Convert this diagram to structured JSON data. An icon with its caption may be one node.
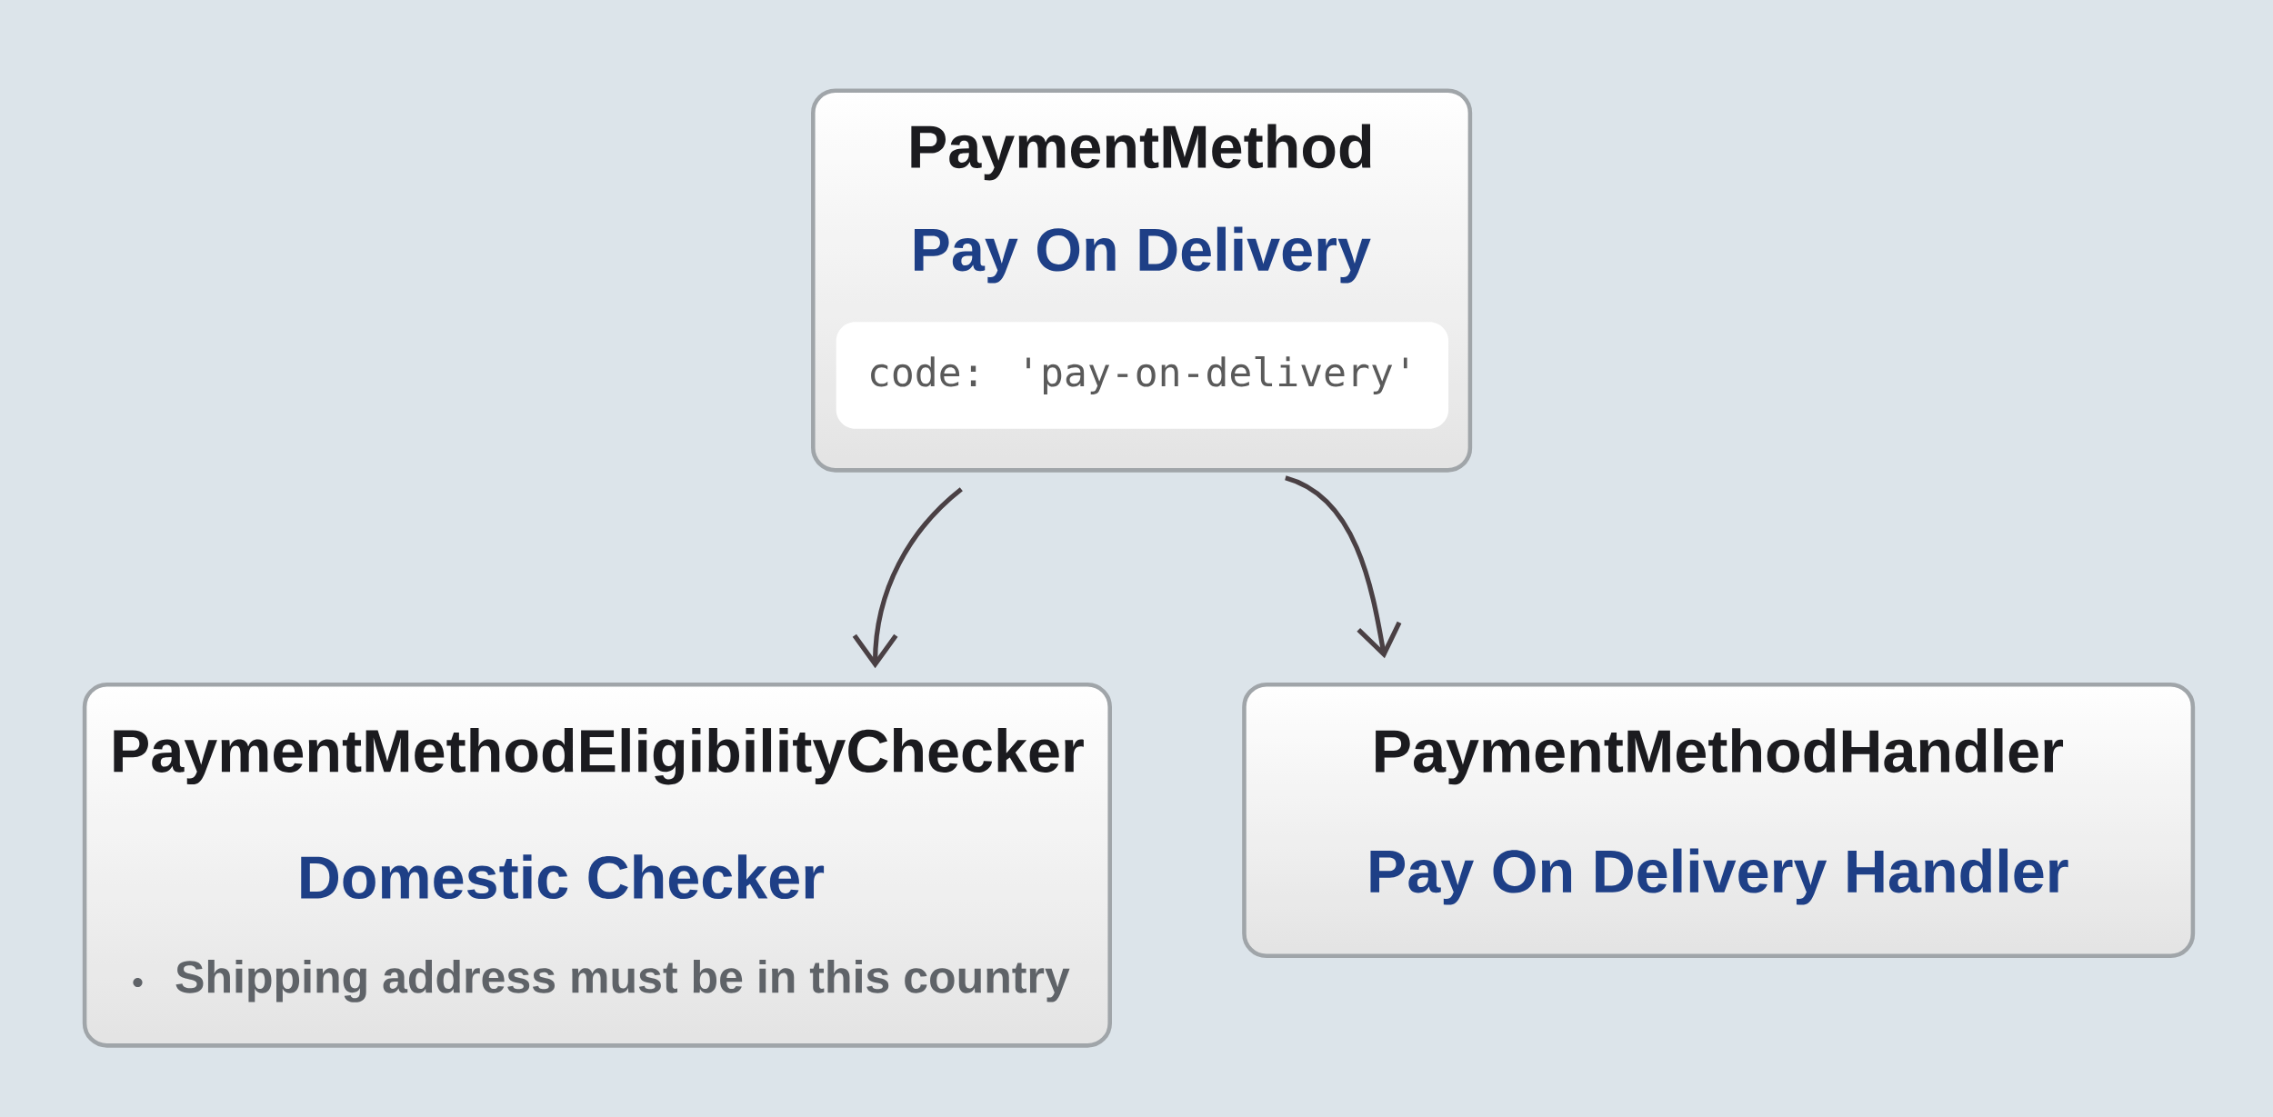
{
  "diagram": {
    "nodes": [
      {
        "text": [
          "PaymentMethod",
          "Pay On Delivery"
        ]
      },
      {
        "text": [
          "code: 'pay-on-delivery'"
        ],
        "in": 0
      },
      {
        "text": [
          "PaymentMethodEligibilityChecker",
          "Domestic Checker",
          "Shipping address must be in this country"
        ]
      },
      {
        "text": [
          "PaymentMethodHandler",
          "Pay On Delivery Handler"
        ]
      }
    ],
    "edges": [
      {
        "from": 0,
        "to": 2,
        "arrow": "to"
      },
      {
        "from": 0,
        "to": 3,
        "arrow": "to"
      }
    ]
  }
}
